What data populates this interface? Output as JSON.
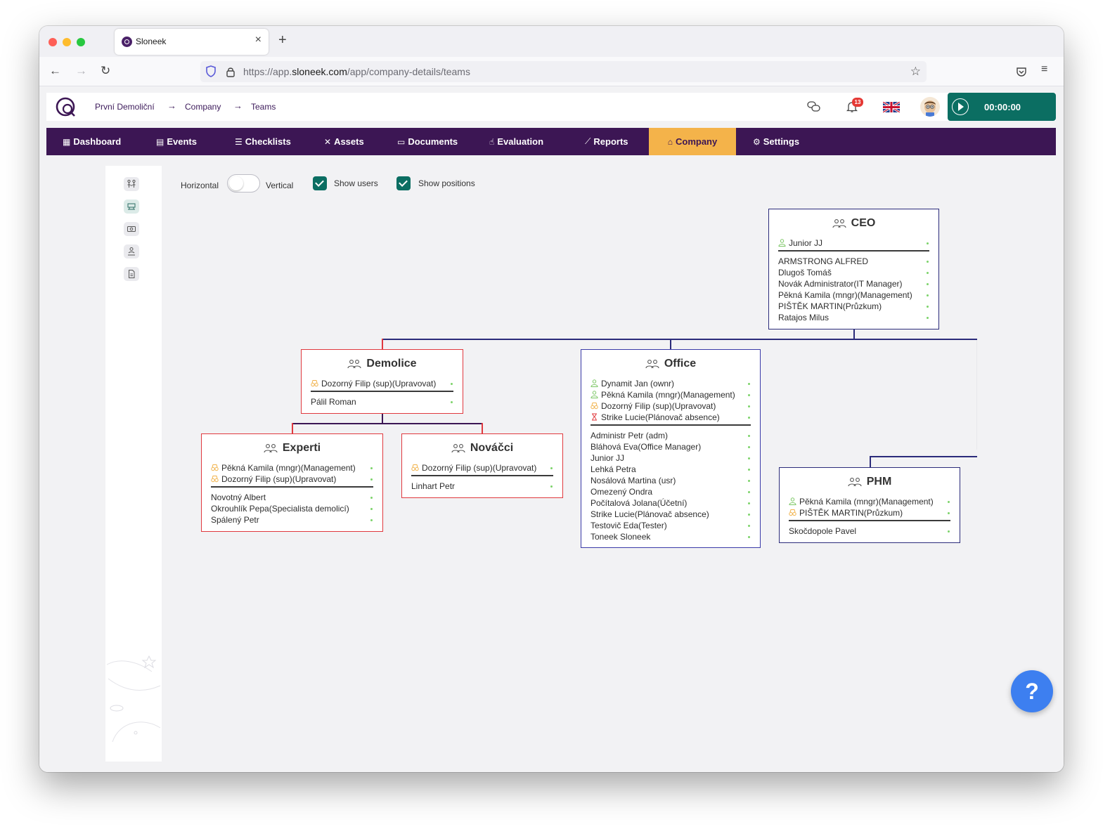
{
  "browser": {
    "tab_title": "Sloneek",
    "url_prefix": "https://app.",
    "url_domain": "sloneek.com",
    "url_path": "/app/company-details/teams"
  },
  "header": {
    "breadcrumbs": [
      "První Demoliční",
      "Company",
      "Teams"
    ],
    "notification_count": "13",
    "timer": "00:00:00"
  },
  "menu": [
    {
      "label": "Dashboard",
      "icon": "grid-icon"
    },
    {
      "label": "Events",
      "icon": "calendar-icon"
    },
    {
      "label": "Checklists",
      "icon": "checklist-icon"
    },
    {
      "label": "Assets",
      "icon": "tools-icon"
    },
    {
      "label": "Documents",
      "icon": "folder-icon"
    },
    {
      "label": "Evaluation",
      "icon": "thumbs-up-icon"
    },
    {
      "label": "Reports",
      "icon": "chart-line-icon"
    },
    {
      "label": "Company",
      "icon": "bank-icon",
      "active": true
    },
    {
      "label": "Settings",
      "icon": "gear-icon"
    }
  ],
  "options": {
    "horizontal": "Horizontal",
    "vertical": "Vertical",
    "show_users": "Show users",
    "show_positions": "Show positions"
  },
  "teams": {
    "ceo": {
      "name": "CEO",
      "leads": [
        "Junior JJ"
      ],
      "members": [
        "ARMSTRONG ALFRED",
        "Dlugoš Tomáš",
        "Novák Administrator(IT Manager)",
        "Pěkná Kamila (mngr)(Management)",
        "PIŠTĚK MARTIN(Průzkum)",
        "Ratajos Milus"
      ]
    },
    "demolice": {
      "name": "Demolice",
      "leads": [
        "Dozorný Filip (sup)(Upravovat)"
      ],
      "members": [
        "Pálil Roman"
      ]
    },
    "office": {
      "name": "Office",
      "leads": [
        "Dynamit Jan (ownr)",
        "Pěkná Kamila (mngr)(Management)",
        "Dozorný Filip (sup)(Upravovat)",
        "Strike Lucie(Plánovač absence)"
      ],
      "members": [
        "Administr Petr (adm)",
        "Bláhová Eva(Office Manager)",
        "Junior JJ",
        "Lehká Petra",
        "Nosálová Martina (usr)",
        "Omezený Ondra",
        "Počítalová Jolana(Účetní)",
        "Strike Lucie(Plánovač absence)",
        "Testovič Eda(Tester)",
        "Toneek Sloneek"
      ]
    },
    "experti": {
      "name": "Experti",
      "leads": [
        "Pěkná Kamila (mngr)(Management)",
        "Dozorný Filip (sup)(Upravovat)"
      ],
      "members": [
        "Novotný Albert",
        "Okrouhlík Pepa(Specialista demolicí)",
        "Spálený Petr"
      ]
    },
    "novacci": {
      "name": "Nováčci",
      "leads": [
        "Dozorný Filip (sup)(Upravovat)"
      ],
      "members": [
        "Linhart Petr"
      ]
    },
    "phm": {
      "name": "PHM",
      "leads": [
        "Pěkná Kamila (mngr)(Management)",
        "PIŠTĚK MARTIN(Průzkum)"
      ],
      "members": [
        "Skočdopole Pavel"
      ]
    }
  },
  "help_label": "?"
}
